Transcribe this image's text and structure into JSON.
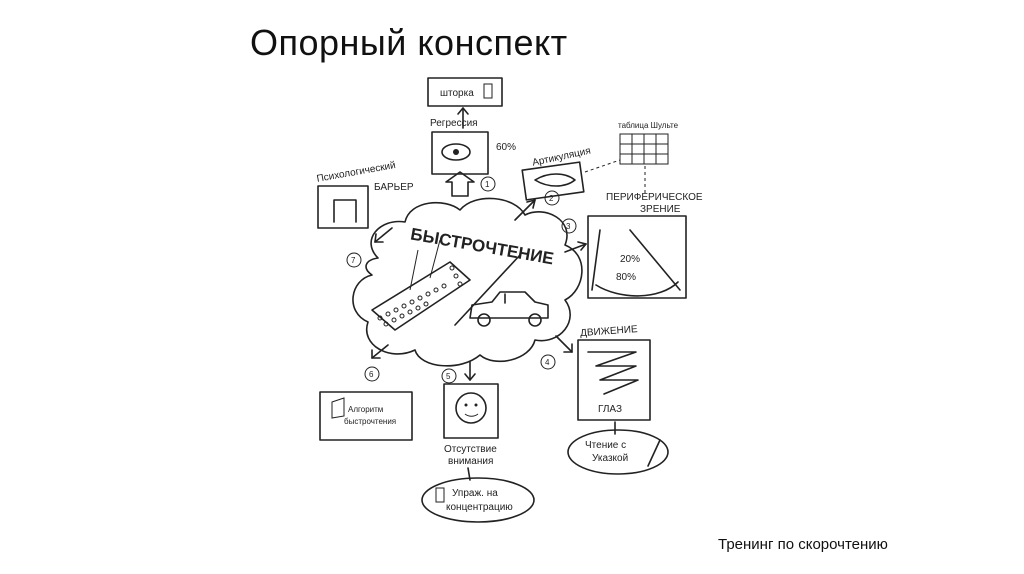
{
  "slide": {
    "title": "Опорный конспект",
    "footer": "Тренинг по скорочтению"
  },
  "diagram": {
    "center": "БЫСТРОЧТЕНИЕ",
    "nodes": {
      "shtorka": "шторка",
      "regression": "Регрессия",
      "regression_pct": "60%",
      "articulation": "Артикуляция",
      "schulte": "таблица Шульте",
      "psych_barrier_1": "Психологический",
      "psych_barrier_2": "БАРЬЕР",
      "peripheral_1": "ПЕРИФЕРИЧЕСКОЕ",
      "peripheral_2": "ЗРЕНИЕ",
      "peripheral_pct_a": "20%",
      "peripheral_pct_b": "80%",
      "movement": "ДВИЖЕНИЕ",
      "eyes": "ГЛАЗ",
      "pointer_1": "Чтение с",
      "pointer_2": "Указкой",
      "algorithm_1": "Алгоритм",
      "algorithm_2": "быстрочтения",
      "attention_1": "Отсутствие",
      "attention_2": "внимания",
      "focus_1": "Упраж. на",
      "focus_2": "концентрацию"
    },
    "numbers": [
      "1",
      "2",
      "3",
      "4",
      "5",
      "6",
      "7"
    ]
  }
}
